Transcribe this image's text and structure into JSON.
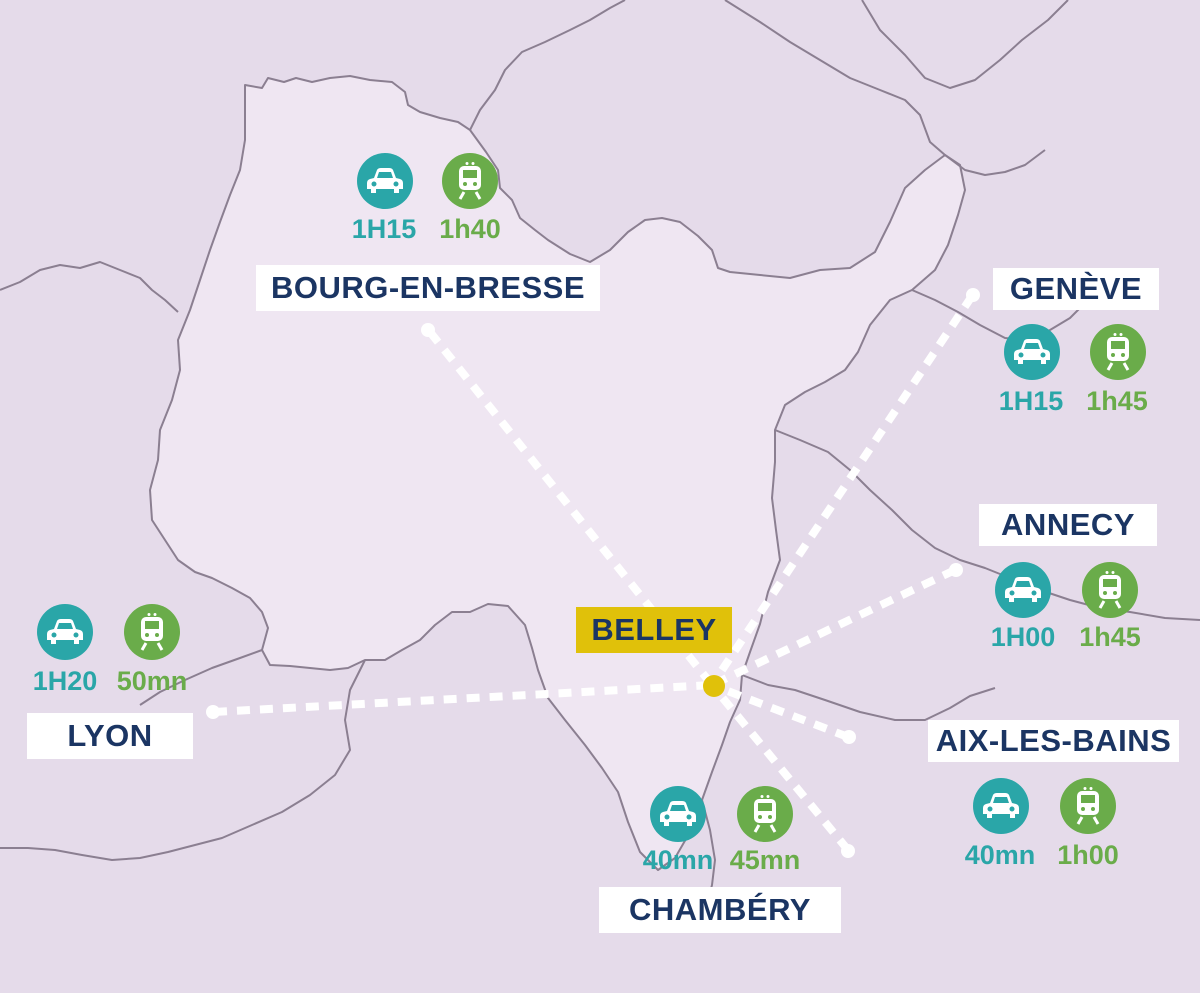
{
  "colors": {
    "background": "#e5dbea",
    "department": "#efe6f2",
    "border": "#8b7f91",
    "route": "#ffffff",
    "label_text": "#1b3563",
    "hub_badge": "#e0c10a",
    "car": "#2aa6a8",
    "train": "#6aac4a"
  },
  "icons": {
    "car": "car-icon",
    "train": "train-icon"
  },
  "hub": {
    "name": "BELLEY"
  },
  "destinations": {
    "bourg": {
      "name": "BOURG-EN-BRESSE",
      "car": "1H15",
      "train": "1h40"
    },
    "geneve": {
      "name": "GENÈVE",
      "car": "1H15",
      "train": "1h45"
    },
    "annecy": {
      "name": "ANNECY",
      "car": "1H00",
      "train": "1h45"
    },
    "aix": {
      "name": "AIX-LES-BAINS",
      "car": "40mn",
      "train": "1h00"
    },
    "chambery": {
      "name": "CHAMBÉRY",
      "car": "40mn",
      "train": "45mn"
    },
    "lyon": {
      "name": "LYON",
      "car": "1H20",
      "train": "50mn"
    }
  }
}
